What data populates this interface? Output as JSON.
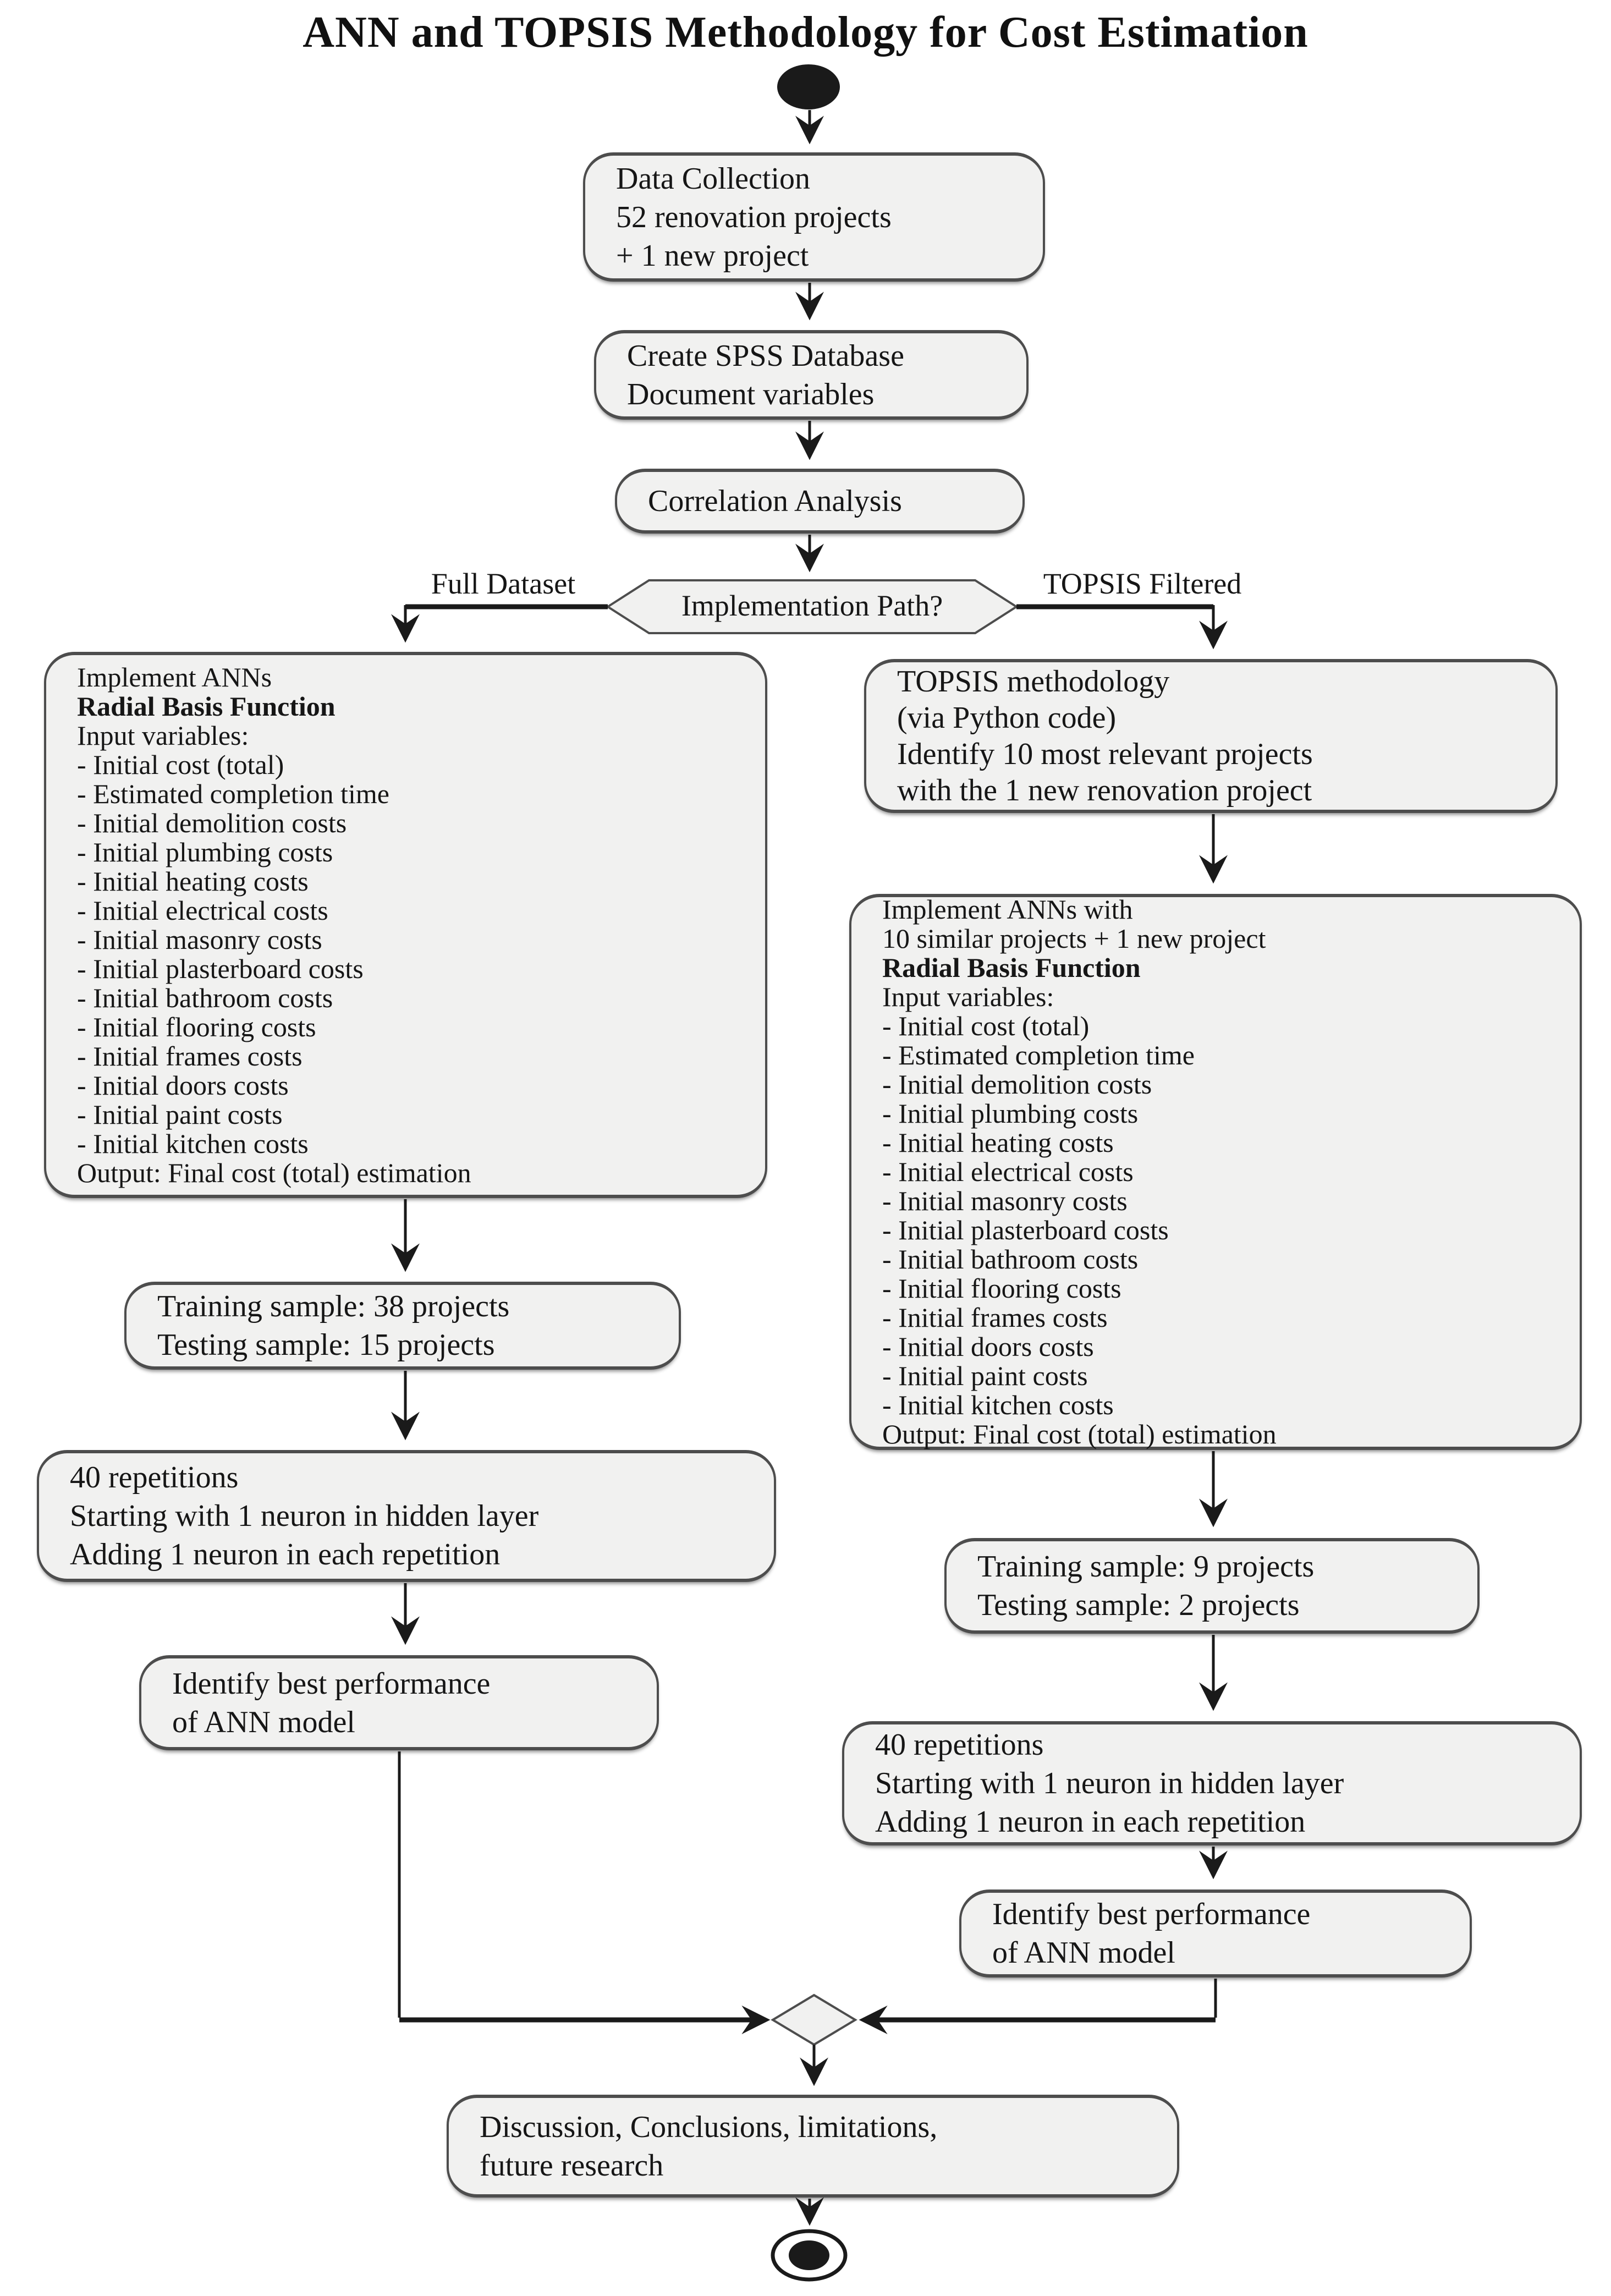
{
  "title": "ANN and TOPSIS Methodology for Cost Estimation",
  "decision": {
    "label": "Implementation Path?",
    "left_branch": "Full Dataset",
    "right_branch": "TOPSIS Filtered"
  },
  "nodes": {
    "data_collection": {
      "lines": [
        "Data Collection",
        "52 renovation projects",
        "+ 1 new project"
      ]
    },
    "spss": {
      "lines": [
        "Create SPSS Database",
        "Document variables"
      ]
    },
    "correlation": {
      "lines": [
        "Correlation Analysis"
      ]
    },
    "ann_full": {
      "bold": [
        1
      ],
      "lines": [
        "Implement ANNs",
        "Radial Basis Function",
        "Input variables:",
        "- Initial cost (total)",
        "- Estimated completion time",
        "- Initial demolition costs",
        "- Initial plumbing costs",
        "- Initial heating costs",
        "- Initial electrical costs",
        "- Initial masonry costs",
        "- Initial plasterboard costs",
        "- Initial bathroom costs",
        "- Initial flooring costs",
        "- Initial frames costs",
        "- Initial doors costs",
        "- Initial paint costs",
        "- Initial kitchen costs",
        "Output: Final cost (total) estimation"
      ]
    },
    "topsis": {
      "lines": [
        "TOPSIS methodology",
        "(via Python code)",
        "Identify 10 most relevant projects",
        "with the 1 new renovation project"
      ]
    },
    "ann_topsis": {
      "bold": [
        2
      ],
      "lines": [
        "Implement ANNs with",
        "10 similar projects + 1 new project",
        "Radial Basis Function",
        "Input variables:",
        "- Initial cost (total)",
        "- Estimated completion time",
        "- Initial demolition costs",
        "- Initial plumbing costs",
        "- Initial heating costs",
        "- Initial electrical costs",
        "- Initial masonry costs",
        "- Initial plasterboard costs",
        "- Initial bathroom costs",
        "- Initial flooring costs",
        "- Initial frames costs",
        "- Initial doors costs",
        "- Initial paint costs",
        "- Initial kitchen costs",
        "Output: Final cost (total) estimation"
      ]
    },
    "training_full": {
      "lines": [
        "Training sample: 38 projects",
        "Testing sample: 15 projects"
      ]
    },
    "repetitions_full": {
      "lines": [
        "40 repetitions",
        "Starting with 1 neuron in hidden layer",
        "Adding 1 neuron in each repetition"
      ]
    },
    "best_full": {
      "lines": [
        "Identify best performance",
        "of ANN model"
      ]
    },
    "training_topsis": {
      "lines": [
        "Training sample: 9 projects",
        "Testing sample: 2 projects"
      ]
    },
    "repetitions_topsis": {
      "lines": [
        "40 repetitions",
        "Starting with 1 neuron in hidden layer",
        "Adding 1 neuron in each repetition"
      ]
    },
    "best_topsis": {
      "lines": [
        "Identify best performance",
        "of ANN model"
      ]
    },
    "discussion": {
      "lines": [
        "Discussion, Conclusions, limitations,",
        "future research"
      ]
    }
  },
  "colors": {
    "box_fill": "#f1f1f0",
    "box_border": "#4d4d4d",
    "line": "#1a1a1a",
    "text": "#161616",
    "bg": "#ffffff"
  }
}
